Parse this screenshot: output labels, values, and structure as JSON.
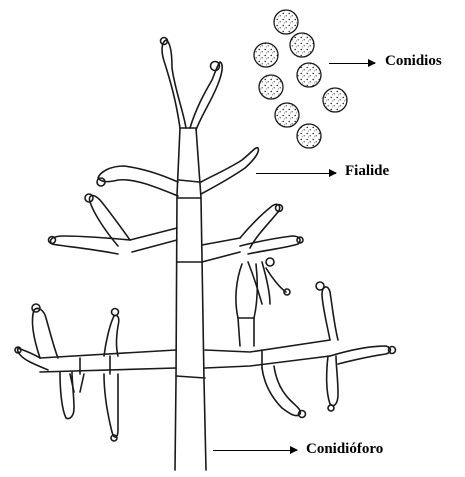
{
  "labels": {
    "conidia": "Conidios",
    "phialide": "Fialide",
    "conidiophore": "Conidióforo"
  }
}
